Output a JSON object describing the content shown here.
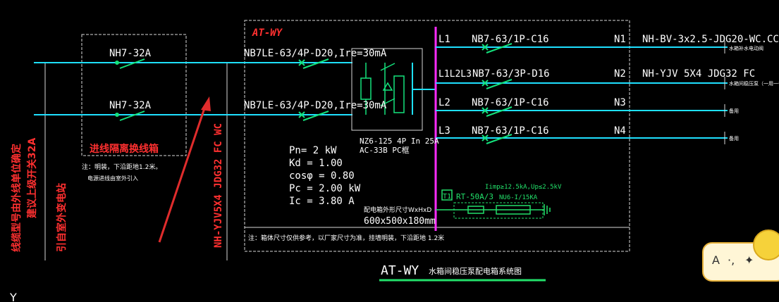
{
  "labels": {
    "box_title": "AT-WY",
    "nh7_top": "NH7-32A",
    "nh7_bottom": "NH7-32A",
    "rcd_top": "NB7LE-63/4P-D20,Ire=30mA",
    "rcd_bottom": "NB7LE-63/4P-D20,Ire=30mA",
    "switch_line1": "NZ6-125  4P  In 25A",
    "switch_line2": "AC-33B   PC框",
    "circuits": [
      {
        "phase": "L1",
        "breaker": "NB7-63/1P-C16",
        "num": "N1",
        "cable": "NH-BV-3x2.5-JDG20-WC.CC",
        "note": "水箱补水电动阀"
      },
      {
        "phase": "L1L2L3",
        "breaker": "NB7-63/3P-D16",
        "num": "N2",
        "cable": "NH-YJV 5X4 JDG32  FC",
        "note": "水箱间稳压泵（一用一备）"
      },
      {
        "phase": "L2",
        "breaker": "NB7-63/1P-C16",
        "num": "N3",
        "cable": "",
        "note": "备用"
      },
      {
        "phase": "L3",
        "breaker": "NB7-63/1P-C16",
        "num": "N4",
        "cable": "",
        "note": "备用"
      }
    ],
    "pn": "Pn= 2 kW",
    "kd": "Kd = 1.00",
    "cos": "cosφ = 0.80",
    "pc": "Pc = 2.00 kW",
    "ic": "Ic = 3.80 A",
    "dim_label": "配电箱外形尺寸WxHxD",
    "dim_value": "600x500x180mm",
    "spd_spec": "Iimp≥12.5kA,Up≤2.5kV",
    "spd_t1": "T1",
    "spd_model": "RT-50A/3",
    "spd_model2": "NU6-I/15KA",
    "isolation_box": "进线隔离换线箱",
    "note_iso_line1": "注：明装，下沿距地1.2米。",
    "note_iso_line2": "电源进线由室外引入",
    "note_box": "注：箱体尺寸仅供参考，以厂家尺寸为准，挂墙明装，下沿距地 1.2米",
    "left_v1": "线缆型号由外线单位确定",
    "left_v2": "建议上级开关32A",
    "left_v3": "引自室外变电站",
    "feeder_cable": "NH-YJV5X4  JDG32 FC WC",
    "diagram_title_prefix": "AT-WY",
    "diagram_title_suffix": "水箱间稳压泵配电箱系统图",
    "axis_y": "Y"
  },
  "ime": {
    "char1": "A",
    "char2": "·,",
    "char3": "✦"
  },
  "colors": {
    "background": "#000000",
    "cyan_wire": "#1ee0ff",
    "white_text": "#ffffff",
    "bus_magenta": "#ff2bff",
    "breaker_green": "#14e27c",
    "red_label": "#ff3030",
    "red_arrow": "#e02c2c",
    "spd_green": "#22e06a"
  }
}
